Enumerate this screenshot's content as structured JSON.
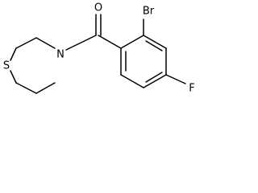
{
  "molecule": {
    "atoms": {
      "oxygen": "O",
      "nitrogen": "N",
      "sulfur": "S",
      "bromine": "Br",
      "fluorine": "F"
    }
  }
}
